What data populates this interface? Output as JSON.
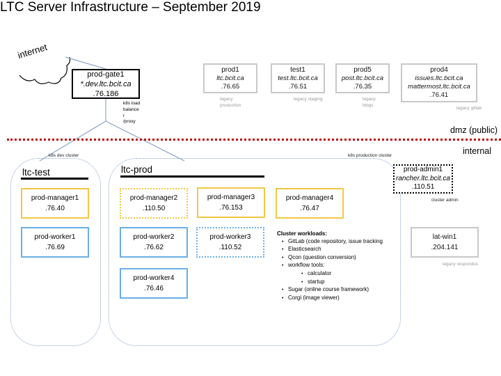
{
  "title": "LTC Server Infrastructure – September 2019",
  "internet": {
    "label": "internet",
    "icon": "cloud-icon"
  },
  "gateway": {
    "host": "prod-gate1",
    "domain": "*.dev.ltc.bcit.ca",
    "ip": ".76.186",
    "link_label": [
      "k8s load",
      "balance",
      "r",
      "/proxy"
    ]
  },
  "legacy_servers": [
    {
      "host": "prod1",
      "domains": [
        "ltc.bcit.ca"
      ],
      "ip": ".76.65",
      "note": [
        "legacy",
        "production"
      ]
    },
    {
      "host": "test1",
      "domains": [
        "test.ltc.bcit.ca"
      ],
      "ip": ".76.51",
      "note": [
        "legacy staging"
      ]
    },
    {
      "host": "prod5",
      "domains": [
        "post.ltc.bcit.ca"
      ],
      "ip": ".76.35",
      "note": [
        "legacy",
        "blogs"
      ]
    },
    {
      "host": "prod4",
      "domains": [
        "issues.ltc.bcit.ca",
        "mattermost.ltc.bcit.ca"
      ],
      "ip": ".76.41",
      "note": [
        "legacy gitlab"
      ]
    }
  ],
  "zones": {
    "dmz": "dmz (public)",
    "internal": "internal"
  },
  "clusters": {
    "dev": {
      "label": "k8s dev cluster",
      "name": "ltc-test",
      "nodes": [
        {
          "host": "prod-manager1",
          "ip": ".76.40",
          "role": "manager",
          "style": "solid"
        },
        {
          "host": "prod-worker1",
          "ip": ".76.69",
          "role": "worker",
          "style": "solid"
        }
      ]
    },
    "prod": {
      "label": "k8s production cluster",
      "name": "ltc-prod",
      "nodes": [
        {
          "host": "prod-manager2",
          "ip": ".110.50",
          "role": "manager",
          "style": "dotted"
        },
        {
          "host": "prod-manager3",
          "ip": ".76.153",
          "role": "manager",
          "style": "solid"
        },
        {
          "host": "prod-manager4",
          "ip": ".76.47",
          "role": "manager",
          "style": "solid"
        },
        {
          "host": "prod-worker2",
          "ip": ".76.62",
          "role": "worker",
          "style": "solid"
        },
        {
          "host": "prod-worker3",
          "ip": ".110.52",
          "role": "worker",
          "style": "dotted"
        },
        {
          "host": "prod-worker4",
          "ip": ".76.46",
          "role": "worker",
          "style": "solid"
        }
      ],
      "workloads": {
        "title": "Cluster workloads:",
        "items": [
          "GitLab (code repository, issue tracking",
          "Elasticsearch",
          "Qcon (question conversion)",
          "workflow tools:",
          "Sugar (online course framework)",
          "Corgi (image viewer)"
        ],
        "workflow_subitems": [
          "calculator",
          "startup"
        ]
      }
    }
  },
  "admin": {
    "host": "prod-admin1",
    "domain": "rancher.ltc.bcit.ca",
    "ip": ".110.51",
    "note": "cluster admin"
  },
  "lat_win": {
    "host": "lat-win1",
    "ip": ".204.141",
    "note": "legacy respondus"
  },
  "colors": {
    "manager_border": "#f2c744",
    "worker_border": "#6aaee6",
    "legacy_border": "#c8c8c8",
    "zone_divider": "#c00000",
    "link_line": "#8aa3cf"
  }
}
